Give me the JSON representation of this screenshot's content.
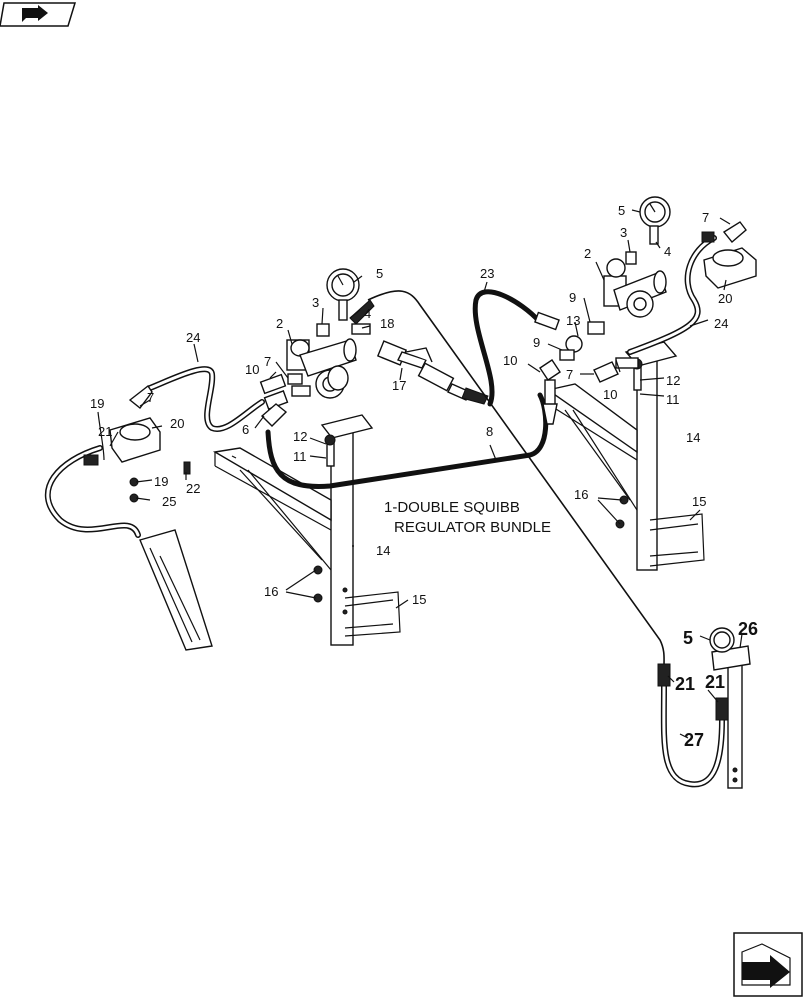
{
  "bundle_label": {
    "line1": "1-DOUBLE SQUIBB",
    "line2": "REGULATOR BUNDLE"
  },
  "callouts": {
    "c2L": "2",
    "c3L": "3",
    "c4L": "4",
    "c5L": "5",
    "c6L": "6",
    "c7L1": "7",
    "c7L2": "7",
    "c8": "8",
    "c10L": "10",
    "c11L": "11",
    "c12L": "12",
    "c14L": "14",
    "c15L": "15",
    "c16L": "16",
    "c17": "17",
    "c18": "18",
    "c19": "19",
    "c20L": "20",
    "c21L": "21",
    "c22": "22",
    "c23": "23",
    "c24L": "24",
    "c25": "25",
    "c2R": "2",
    "c3R": "3",
    "c4R": "4",
    "c5R": "5",
    "c7R1": "7",
    "c7R2": "7",
    "c9R1": "9",
    "c9R2": "9",
    "c10R1": "10",
    "c10R2": "10",
    "c11R": "11",
    "c12R": "12",
    "c13": "13",
    "c14R": "14",
    "c15R": "15",
    "c16R": "16",
    "c20R": "20",
    "c24R": "24",
    "c5B": "5",
    "c21B1": "21",
    "c21B2": "21",
    "c26": "26",
    "c27": "27"
  },
  "icons": {
    "top_left": "book-arrow-icon",
    "bottom_right": "page-corner-arrow-icon"
  }
}
